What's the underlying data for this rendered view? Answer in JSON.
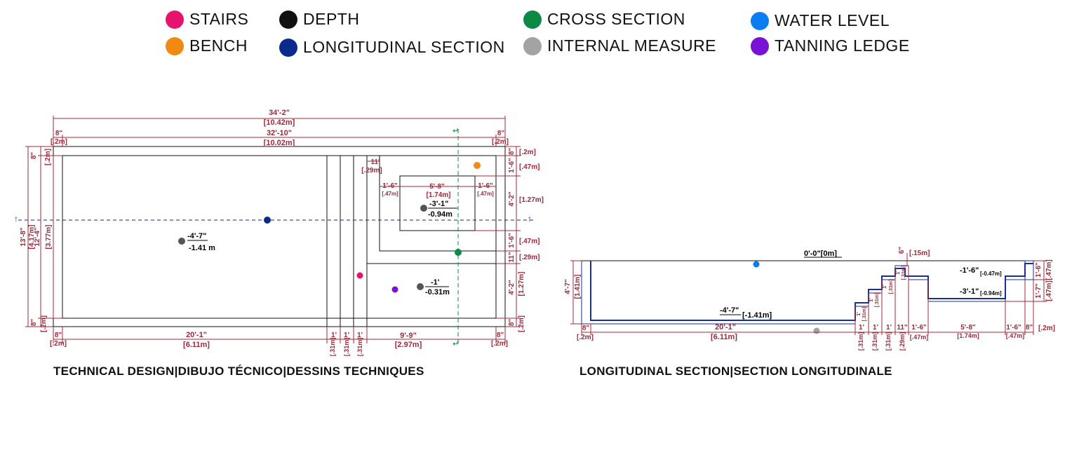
{
  "legend": [
    {
      "label": "STAIRS",
      "color": "#e6136e"
    },
    {
      "label": "BENCH",
      "color": "#f08a12"
    },
    {
      "label": "DEPTH",
      "color": "#111111"
    },
    {
      "label": "LONGITUDINAL SECTION",
      "color": "#0a2a8c"
    },
    {
      "label": "CROSS SECTION",
      "color": "#0c8a45"
    },
    {
      "label": "INTERNAL MEASURE",
      "color": "#a3a3a3"
    },
    {
      "label": "WATER LEVEL",
      "color": "#0a7ef0"
    },
    {
      "label": "TANNING LEDGE",
      "color": "#7a12d6"
    }
  ],
  "colors": {
    "dimension": "#a0293a",
    "outline": "#111111",
    "section_line": "#0a2a8c",
    "cross_line": "#0c8a45",
    "pool_wall": "#1a2f8f"
  },
  "plan": {
    "caption": "TECHNICAL DESIGN|DIBUJO TÉCNICO|DESSINS TECHNIQUES",
    "overall_length": "34'-2\"",
    "overall_length_m": "[10.42m]",
    "inner_length": "32'-10\"",
    "inner_length_m": "[10.02m]",
    "wall_top_left": "8\"",
    "wall_top_left_m": "[.2m]",
    "wall_top_right": "8\"",
    "wall_top_right_m": "[.2m]",
    "overall_width": "13'-8\"",
    "overall_width_m": "[4.17m]",
    "inner_width": "12'-4\"",
    "inner_width_m": "[3.77m]",
    "left_wall_top": "8\"",
    "left_wall_top_m": "[.2m]",
    "left_wall_bottom": "8\"",
    "left_wall_bottom_m": "[.2m]",
    "right_dims": [
      {
        "ft": "8\"",
        "m": "[.2m]"
      },
      {
        "ft": "1'-6\"",
        "m": "[.47m]"
      },
      {
        "ft": "4'-2\"",
        "m": "[1.27m]"
      },
      {
        "ft": "1'-6\"",
        "m": "[.47m]"
      },
      {
        "ft": "11\"",
        "m": "[.29m]"
      },
      {
        "ft": "4'-2\"",
        "m": "[1.27m]"
      },
      {
        "ft": "8\"",
        "m": "[.2m]"
      }
    ],
    "bottom_dims": [
      {
        "ft": "8\"",
        "m": "[.2m]"
      },
      {
        "ft": "20'-1\"",
        "m": "[6.11m]"
      },
      {
        "ft": "1'",
        "m": "[.31m]"
      },
      {
        "ft": "1'",
        "m": "[.31m]"
      },
      {
        "ft": "1'",
        "m": "[.31m]"
      },
      {
        "ft": "9'-9\"",
        "m": "[2.97m]"
      },
      {
        "ft": "8\"",
        "m": "[.2m]"
      }
    ],
    "bench_top_ft": "11'",
    "bench_top_m": "[.29m]",
    "bench_left_ft": "1'-6\"",
    "bench_left_m": "[.47m]",
    "bench_mid_ft": "5'-8\"",
    "bench_mid_m": "[1.74m]",
    "bench_right_ft": "1'-6\"",
    "bench_right_m": "[.47m]",
    "depth_main_ft": "-4'-7\"",
    "depth_main_m": "-1.41 m",
    "depth_bench_ft": "-3'-1\"",
    "depth_bench_m": "-0.94m",
    "depth_ledge_ft": "-1'",
    "depth_ledge_m": "-0.31m"
  },
  "section": {
    "caption": "LONGITUDINAL SECTION|SECTION LONGITUDINALE",
    "water_level": "0'-0\"[0m]",
    "depth_left_ft": "4'-7\"",
    "depth_left_m": "[1.41m]",
    "floor_label": "-4'-7\"",
    "floor_label_m": "[-1.41m]",
    "wall_left_ft": "8\"",
    "wall_left_m": "[.2m]",
    "floor_len_ft": "20'-1\"",
    "floor_len_m": "[6.11m]",
    "step_dims": [
      {
        "ft": "1'",
        "m": "[.31m]"
      },
      {
        "ft": "1'",
        "m": "[.31m]"
      },
      {
        "ft": "1'",
        "m": "[.31m]"
      },
      {
        "ft": "11\"",
        "m": "[.29m]"
      }
    ],
    "ledge_ft": "1'-6\"",
    "ledge_m": "[.47m]",
    "bench_ft": "5'-8\"",
    "bench_m": "[1.74m]",
    "ledge2_ft": "1'-6\"",
    "ledge2_m": "[.47m]",
    "wall_right_ft": "8\"",
    "wall_right_m": "[.2m]",
    "top_ft": "6\"",
    "top_m": "[.15m]",
    "right_ft": "1'-6\"",
    "right_m": "[.47m]",
    "right2_ft": "1'-7\"",
    "right2_m": "[.47m]",
    "ledge_depth": "-1'-6\"",
    "ledge_depth_m": "[-0.47m]",
    "bench_depth": "-3'-1\"",
    "bench_depth_m": "[-0.94m]",
    "step_heights": [
      "1'",
      "[.31m]",
      "1'",
      "[.31m]",
      "1'",
      "[.31m]",
      "1'",
      "[.31m]"
    ]
  }
}
